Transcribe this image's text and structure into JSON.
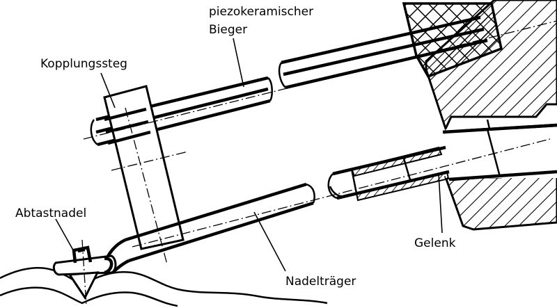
{
  "labels": {
    "bender_line1": "piezokeramischer",
    "bender_line2": "Bieger",
    "coupling": "Kopplungssteg",
    "stylus": "Abtastnadel",
    "joint": "Gelenk",
    "needle_carrier": "Nadelträger"
  },
  "colors": {
    "ink": "#000000",
    "paper": "#ffffff"
  }
}
